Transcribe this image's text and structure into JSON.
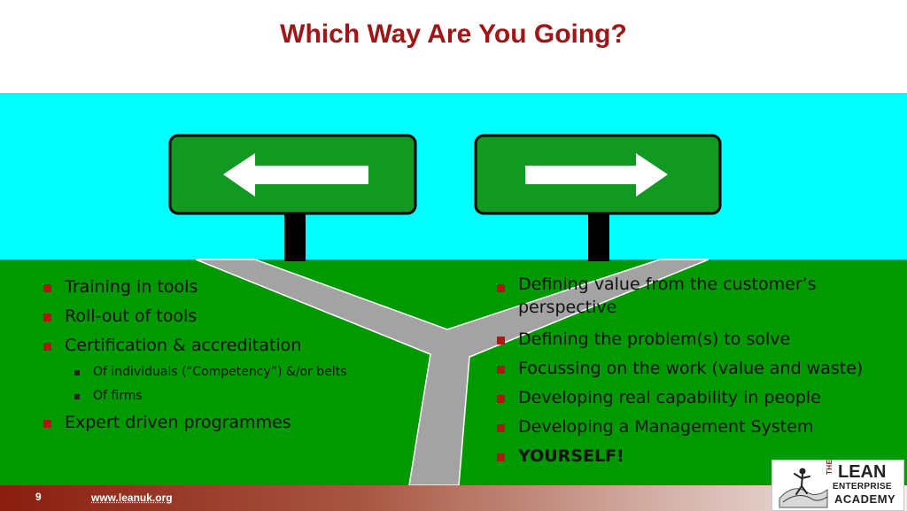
{
  "slide": {
    "title": "Which Way Are You Going?",
    "page_number": "9",
    "website": "www.leanuk.org"
  },
  "colors": {
    "title": "#a01616",
    "sky": "#00ffff",
    "grass": "#009900",
    "sign": "#119922",
    "road": "#a3a3a3",
    "bullet": "#a81c14"
  },
  "signs": [
    {
      "direction": "left",
      "icon": "left-arrow-icon"
    },
    {
      "direction": "right",
      "icon": "right-arrow-icon"
    }
  ],
  "left_list": {
    "items": [
      "Training in tools",
      "Roll-out of tools",
      "Certification & accreditation"
    ],
    "sub_items": [
      "Of individuals (“Competency”) &/or belts",
      "Of firms"
    ],
    "last_item": "Expert driven programmes"
  },
  "right_list": {
    "items": [
      "Defining value from the customer’s perspective",
      "Defining the problem(s) to solve",
      "Focussing on the work (value and waste)",
      "Developing real capability in people",
      "Developing a Management System",
      "YOURSELF!"
    ]
  },
  "logo": {
    "the": "THE",
    "lean": "LEAN",
    "enterprise": "ENTERPRISE",
    "academy": "ACADEMY"
  }
}
